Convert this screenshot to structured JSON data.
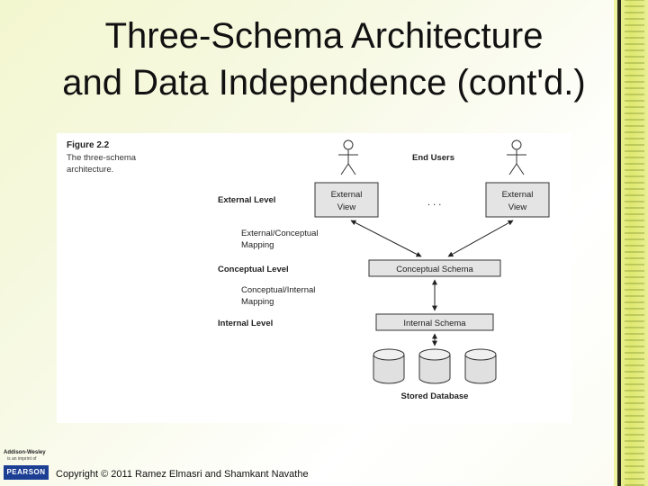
{
  "slide": {
    "title_line1": "Three-Schema Architecture",
    "title_line2": "and Data Independence (cont'd.)",
    "copyright": "Copyright © 2011 Ramez Elmasri and Shamkant Navathe"
  },
  "publisher": {
    "name": "Addison-Wesley",
    "imprint": "is an imprint of",
    "logo_text": "PEARSON"
  },
  "figure": {
    "caption_title": "Figure 2.2",
    "caption_line1": "The three-schema",
    "caption_line2": "architecture.",
    "end_users": "End Users",
    "external_level": "External Level",
    "ext_conc_mapping_1": "External/Conceptual",
    "ext_conc_mapping_2": "Mapping",
    "conceptual_level": "Conceptual Level",
    "conc_int_mapping_1": "Conceptual/Internal",
    "conc_int_mapping_2": "Mapping",
    "internal_level": "Internal Level",
    "external_view_1_a": "External",
    "external_view_1_b": "View",
    "ellipsis": ". . .",
    "external_view_2_a": "External",
    "external_view_2_b": "View",
    "conceptual_schema": "Conceptual Schema",
    "internal_schema": "Internal Schema",
    "stored_database": "Stored Database"
  }
}
